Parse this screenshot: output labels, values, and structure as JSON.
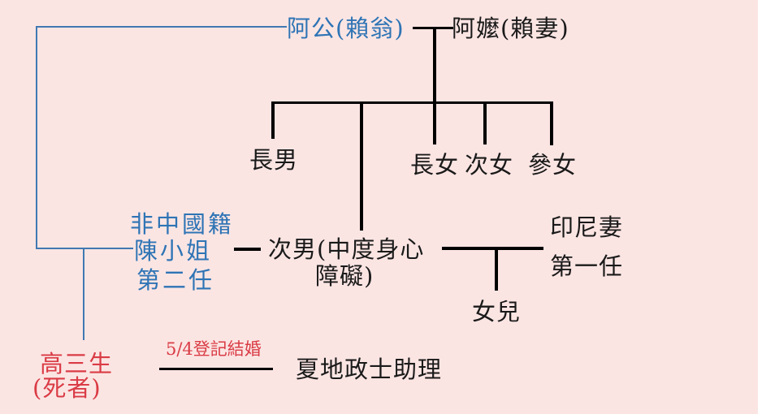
{
  "colors": {
    "background": "#fbe5e3",
    "tree_line": "#000000",
    "blue_accent": "#2e74b5",
    "blue_line": "#4079b2",
    "red_accent": "#da3b45"
  },
  "tree": {
    "grandfather": "阿公(賴翁)",
    "grandmother": "阿嬤(賴妻)",
    "eldest_son": "長男",
    "eldest_daughter": "長女",
    "second_daughter": "次女",
    "third_daughter": "參女",
    "second_son": [
      "次男(中度身心",
      "障礙)"
    ],
    "second_wife": [
      "非中國籍",
      "陳小姐",
      "第二任"
    ],
    "first_wife": [
      "印尼妻",
      "第一任"
    ],
    "granddaughter": "女兒",
    "deceased": [
      "高三生",
      "(死者)"
    ],
    "marriage_note": "5/4登記結婚",
    "assistant": "夏地政士助理"
  }
}
